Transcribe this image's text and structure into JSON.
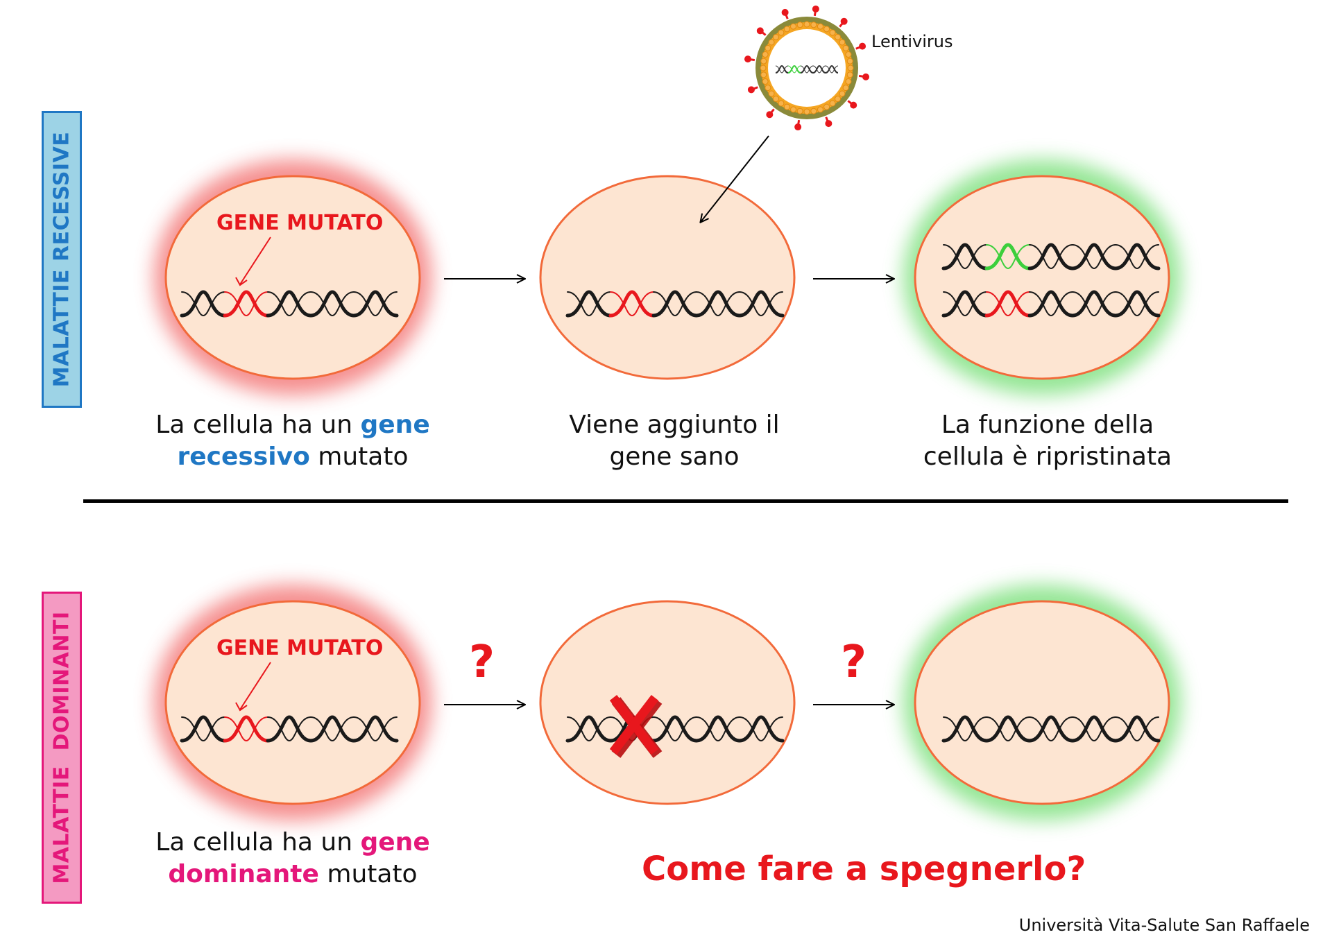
{
  "sections": {
    "recessive": {
      "label": "MALATTIE RECESSIVE",
      "color": "#1f77c4",
      "bg": "#9dd3e6"
    },
    "dominant": {
      "label": "MALATTIE  DOMINANTI",
      "color": "#e4177a",
      "bg": "#f49ac2"
    }
  },
  "virus": {
    "label": "Lentivirus"
  },
  "mutation_label": "GENE MUTATO",
  "captions": {
    "recessive_1": {
      "pre": "La cellula ha un ",
      "accent1": "gene",
      "accent2": "recessivo",
      "post": " mutato"
    },
    "recessive_2": {
      "line1": "Viene aggiunto il",
      "line2": "gene sano"
    },
    "recessive_3": {
      "line1": "La funzione della",
      "line2": "cellula è ripristinata"
    },
    "dominant_1": {
      "pre": "La cellula ha un ",
      "accent1": "gene",
      "accent2": "dominante",
      "post": " mutato"
    }
  },
  "question_marks": [
    "?",
    "?"
  ],
  "question": "Come fare a spegnerlo?",
  "footer": "Università Vita-Salute San Raffaele",
  "colors": {
    "cell_fill": "#fde5d2",
    "cell_stroke": "#f26a3a",
    "glow_red": "#f26a6a",
    "glow_green": "#7be07b",
    "mutation": "#e8171d",
    "healthy_gene": "#3ccf3c"
  }
}
